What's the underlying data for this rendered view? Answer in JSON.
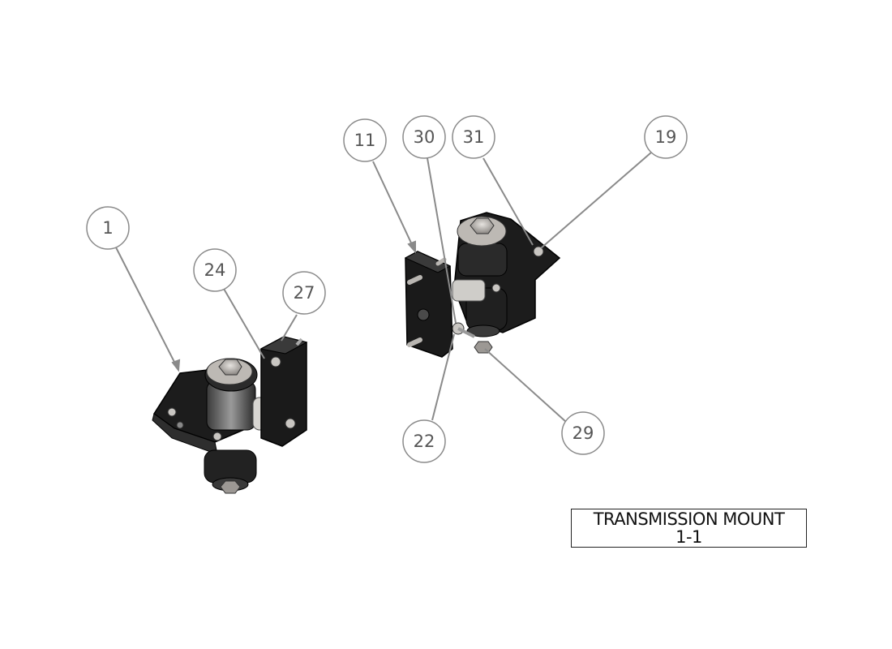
{
  "title_block": {
    "title": "TRANSMISSION MOUNT",
    "sheet": "1-1"
  },
  "balloons": [
    {
      "id": "b1",
      "label": "1"
    },
    {
      "id": "b24",
      "label": "24"
    },
    {
      "id": "b27",
      "label": "27"
    },
    {
      "id": "b11",
      "label": "11"
    },
    {
      "id": "b30",
      "label": "30"
    },
    {
      "id": "b31",
      "label": "31"
    },
    {
      "id": "b19",
      "label": "19"
    },
    {
      "id": "b22",
      "label": "22"
    },
    {
      "id": "b29",
      "label": "29"
    }
  ],
  "colors": {
    "part_dark": "#1c1c1c",
    "part_edge": "#000000",
    "bushing": "#6f6f6f",
    "bolt_head": "#c9c6c2",
    "leader": "#8a8a8a"
  }
}
